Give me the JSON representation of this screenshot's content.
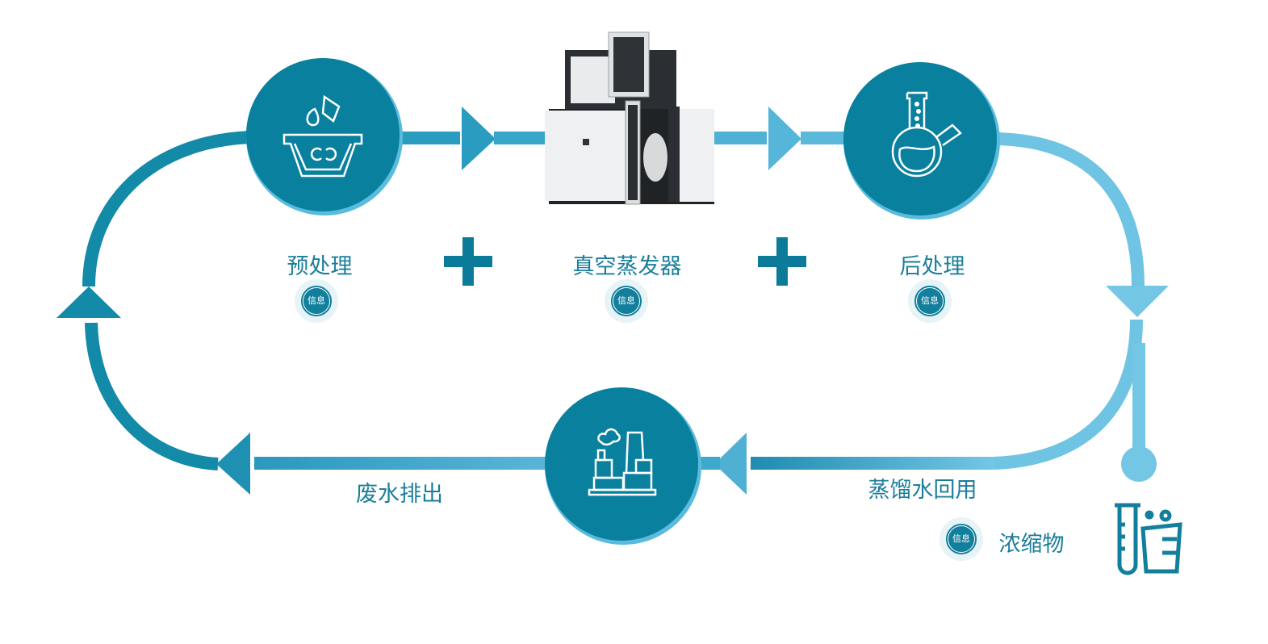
{
  "colors": {
    "dark_teal": "#0a7c9b",
    "mid_teal": "#2a9cc0",
    "light_blue": "#74c6e5",
    "circle_fill": "#08809e",
    "circle_ring": "#5bbbdc",
    "text": "#1a7e9b",
    "badge_bg": "#e6f3f7"
  },
  "steps": {
    "pretreatment": {
      "label": "预处理",
      "icon": "basin-recycle-icon",
      "info": "信息"
    },
    "evaporator": {
      "label": "真空蒸发器",
      "icon": "vacuum-evaporator-machine-image",
      "info": "信息"
    },
    "posttreatment": {
      "label": "后处理",
      "icon": "flask-icon",
      "info": "信息"
    },
    "factory": {
      "icon": "factory-icon"
    }
  },
  "operators": {
    "plus": "+"
  },
  "flows": {
    "waste_discharge": "废水排出",
    "distilled_reuse": "蒸馏水回用",
    "concentrate": {
      "label": "浓缩物",
      "info": "信息",
      "icon": "test-tube-beaker-icon"
    }
  }
}
